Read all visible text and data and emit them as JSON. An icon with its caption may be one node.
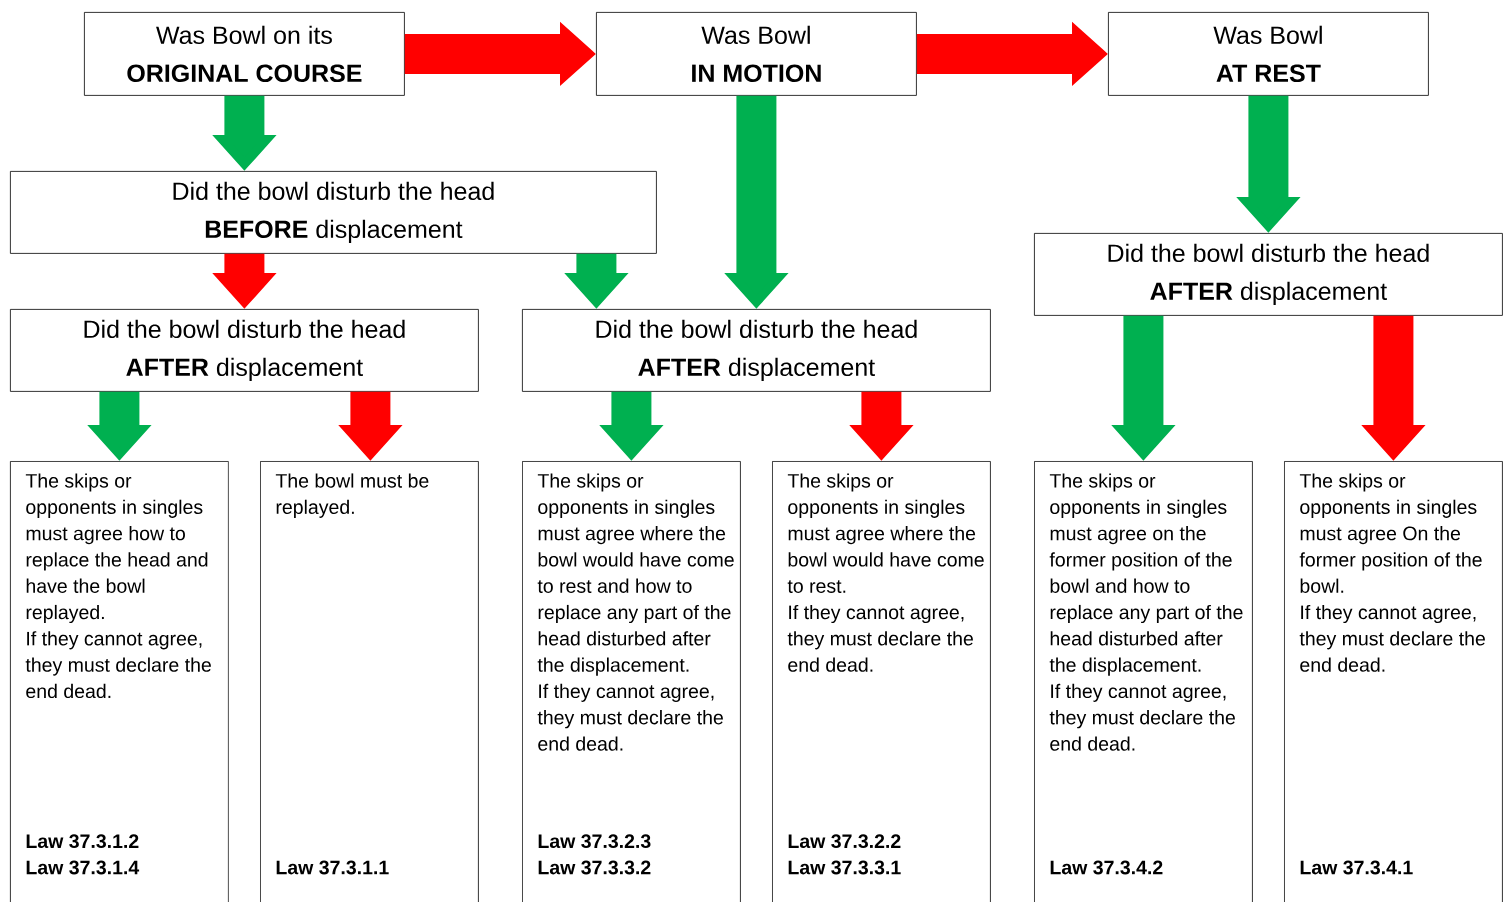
{
  "diagram": {
    "nodes": [
      {
        "text": [
          "Was Bowl on its",
          "ORIGINAL COURSE"
        ]
      },
      {
        "text": [
          "Was Bowl",
          "IN MOTION"
        ]
      },
      {
        "text": [
          "Was Bowl",
          "AT REST"
        ]
      },
      {
        "text": [
          "Did the bowl disturb the head",
          "**BEFORE** displacement"
        ]
      },
      {
        "text": [
          "Did the bowl disturb the head",
          "**AFTER** displacement"
        ]
      },
      {
        "text": [
          "Did the bowl disturb the head",
          "**AFTER** displacement"
        ]
      },
      {
        "text": [
          "Did the bowl disturb the head",
          "**AFTER** displacement"
        ]
      },
      {
        "text": [
          "The skips or opponents in singles must agree how to replace the head and have the bowl replayed.",
          "If they cannot agree, they must declare the end dead.",
          "Law 37.3.1.2",
          "Law 37.3.1.4"
        ]
      },
      {
        "text": [
          "The bowl must be replayed.",
          "Law 37.3.1.1"
        ]
      },
      {
        "text": [
          "The skips or opponents in singles must agree where the bowl would have come to rest and how to replace any part of the head disturbed after the displacement.",
          "If they cannot agree, they must declare the end dead.",
          "Law 37.3.2.3",
          "Law 37.3.3.2"
        ]
      },
      {
        "text": [
          "The skips or opponents in singles must agree where the bowl would have come to rest.",
          "If they cannot agree, they must declare the end dead.",
          "Law 37.3.2.2",
          "Law 37.3.3.1"
        ]
      },
      {
        "text": [
          "The skips or opponents in singles must agree on the former position of the bowl and how to replace any part of the head disturbed after the displacement.",
          "If they cannot agree, they must declare the end dead.",
          "Law 37.3.4.2"
        ]
      },
      {
        "text": [
          "The skips or opponents in singles must agree On the former position of the bowl.",
          "If they cannot agree, they must declare the end dead.",
          "Law 37.3.4.1"
        ]
      }
    ],
    "edges": [
      {
        "from": 0,
        "to": 1,
        "arrow": "to",
        "color": "#ff0000"
      },
      {
        "from": 1,
        "to": 2,
        "arrow": "to",
        "color": "#ff0000"
      },
      {
        "from": 0,
        "to": 3,
        "arrow": "to",
        "color": "#00b050"
      },
      {
        "from": 1,
        "to": 5,
        "arrow": "to",
        "color": "#00b050"
      },
      {
        "from": 2,
        "to": 6,
        "arrow": "to",
        "color": "#00b050"
      },
      {
        "from": 3,
        "to": 4,
        "arrow": "to",
        "color": "#ff0000"
      },
      {
        "from": 3,
        "to": 5,
        "arrow": "to",
        "color": "#00b050"
      },
      {
        "from": 4,
        "to": 7,
        "arrow": "to",
        "color": "#00b050"
      },
      {
        "from": 4,
        "to": 8,
        "arrow": "to",
        "color": "#ff0000"
      },
      {
        "from": 5,
        "to": 9,
        "arrow": "to",
        "color": "#00b050"
      },
      {
        "from": 5,
        "to": 10,
        "arrow": "to",
        "color": "#ff0000"
      },
      {
        "from": 6,
        "to": 11,
        "arrow": "to",
        "color": "#00b050"
      },
      {
        "from": 6,
        "to": 12,
        "arrow": "to",
        "color": "#ff0000"
      }
    ]
  }
}
